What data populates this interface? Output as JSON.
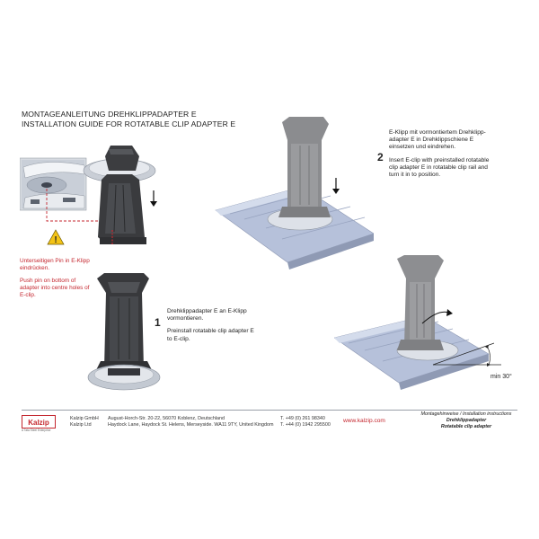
{
  "header": {
    "title_de": "MONTAGEANLEITUNG DREHKLIPPADAPTER E",
    "title_en": "INSTALLATION GUIDE FOR ROTATABLE CLIP ADAPTER E"
  },
  "warning_note": {
    "de": "Unterseitigen Pin in E-Klipp eindrücken.",
    "en": "Push pin on bottom of adapter into centre holes of E-clip."
  },
  "step1": {
    "number": "1",
    "de": "Drehklippadapter E an E-Klipp vormontieren.",
    "en": "Preinstall rotatable clip adapter E to E-clip."
  },
  "step2": {
    "number": "2",
    "de": "E-Klipp mit vormontiertem Drehklipp-adapter E in Drehklippschiene E einsetzen und eindrehen.",
    "en": "Insert E-clip with preinstalled rotatable clip adapter  E in rotatable clip rail and turn it in to position."
  },
  "angle": {
    "label": "min 30°"
  },
  "footer": {
    "logo_text": "Kalzip",
    "logo_sub": "A Tata Steel Enterprise",
    "company1": "Kalzip GmbH",
    "company2": "Kalzip Ltd",
    "address1": "August-Horch-Str. 20-22, 56070 Koblenz, Deutschland",
    "address2": "Haydock Lane, Haydock St. Helens, Merseyside. WA11 9TY, United Kingdom",
    "phone1": "T. +49 (0) 261 98340",
    "phone2": "T. +44 (0) 1942 295500",
    "website": "www.kalzip.com",
    "right1": "Montagehinweise / Installation instructions",
    "right2": "Drehklippadapter",
    "right3": "Rotatable clip adapter"
  },
  "colors": {
    "accent_red": "#c4262e",
    "rail_blue": "#b4bfd8",
    "clip_dark": "#3a3a3c",
    "clip_grey": "#8a8a8c"
  }
}
